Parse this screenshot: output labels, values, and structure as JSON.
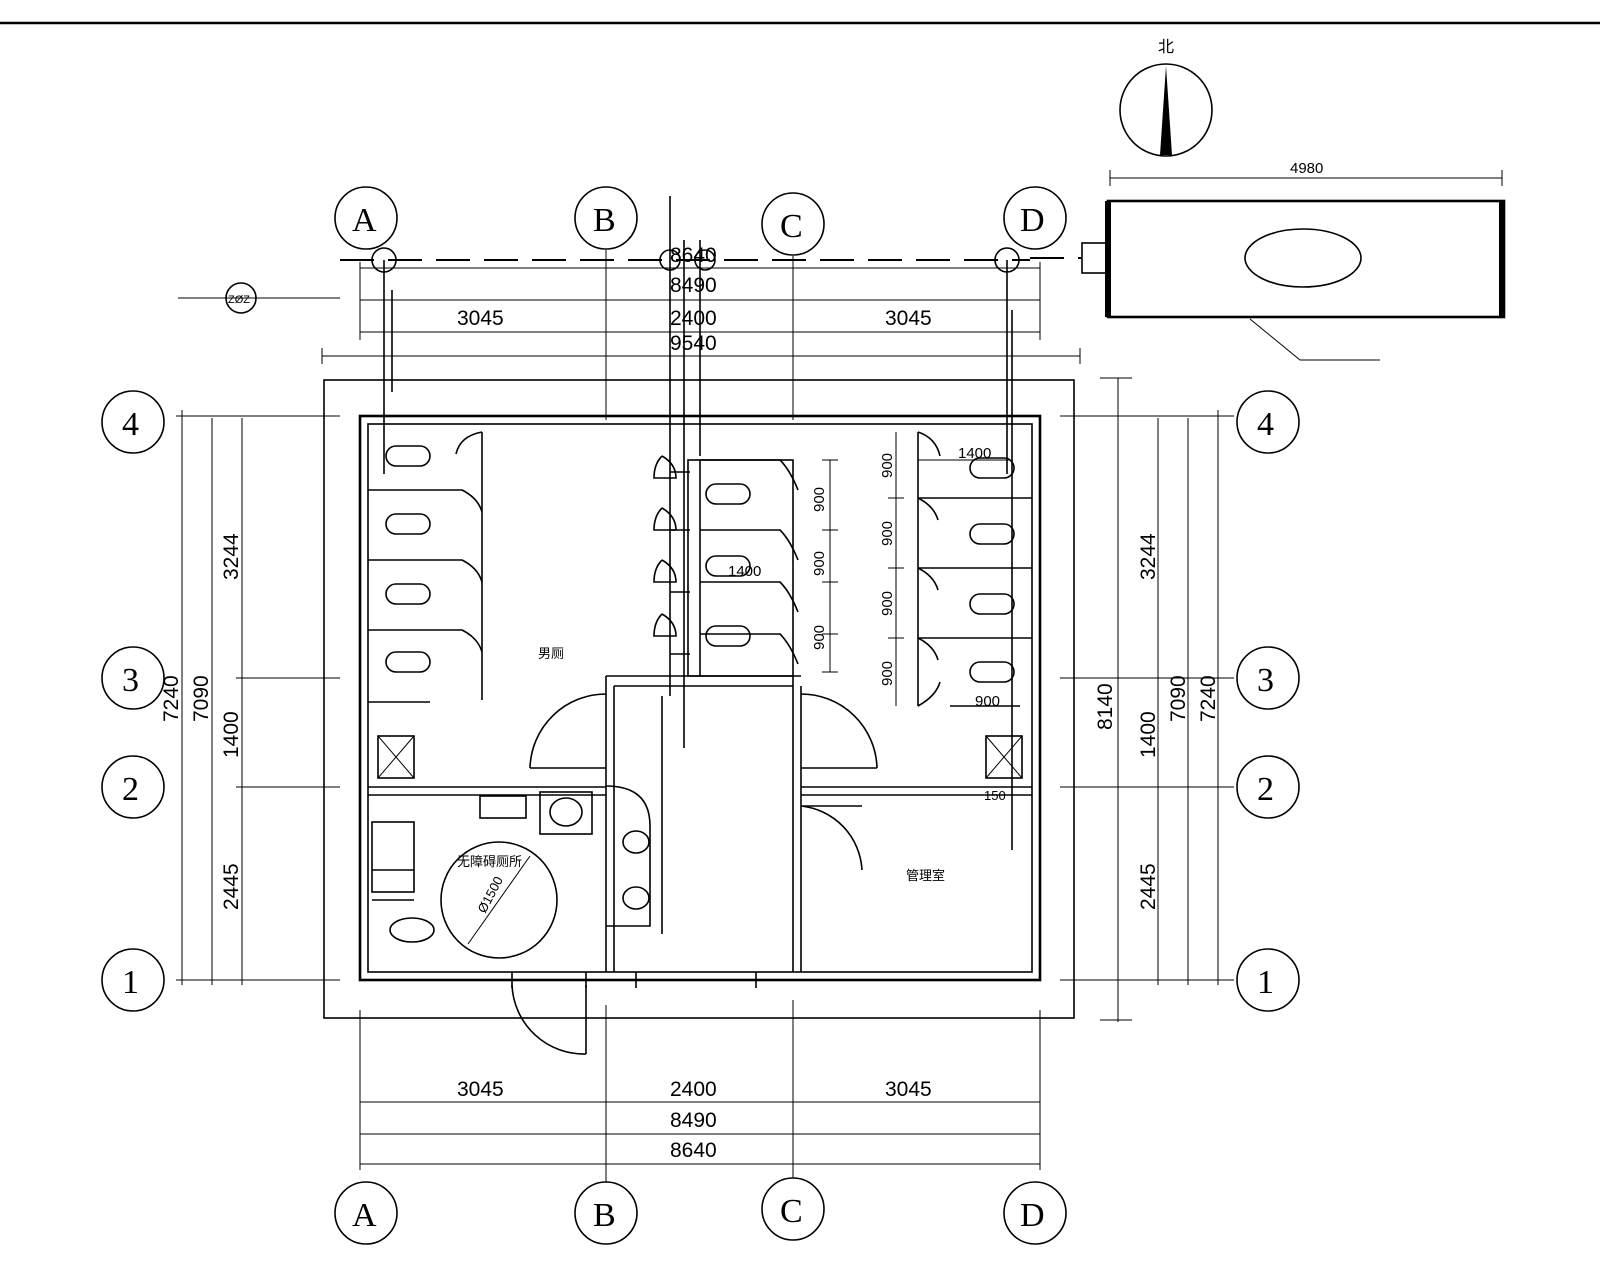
{
  "north_label": "北",
  "axes": {
    "columns": [
      "A",
      "B",
      "C",
      "D"
    ],
    "rows": [
      "4",
      "3",
      "2",
      "1"
    ]
  },
  "dimensions": {
    "top_overall_1": "8640",
    "top_overall_2": "8490",
    "top_bay_a_b": "3045",
    "top_bay_b_c": "2400",
    "top_bay_c_d": "3045",
    "top_roof": "9540",
    "tank_width": "4980",
    "left_bay_4_3": "3244",
    "left_bay_3_2": "1400",
    "left_bay_2_1": "2445",
    "left_overall_1": "7090",
    "left_overall_2": "7240",
    "right_bay_4_3": "3244",
    "right_bay_3_2": "1400",
    "right_bay_2_1": "2445",
    "right_overall_1": "7090",
    "right_overall_2": "7240",
    "right_roof": "8140",
    "bottom_bay_a_b": "3045",
    "bottom_bay_b_c": "2400",
    "bottom_bay_c_d": "3045",
    "bottom_overall_1": "8490",
    "bottom_overall_2": "8640",
    "stall_900": "900",
    "stall_1400": "1400",
    "clear_150": "150",
    "circle_dia": "Ø1500"
  },
  "rooms": {
    "mens": "男厕",
    "accessible": "无障碍厕所",
    "management": "管理室"
  },
  "symbols": {
    "pipe_marker": "ZØZ"
  }
}
